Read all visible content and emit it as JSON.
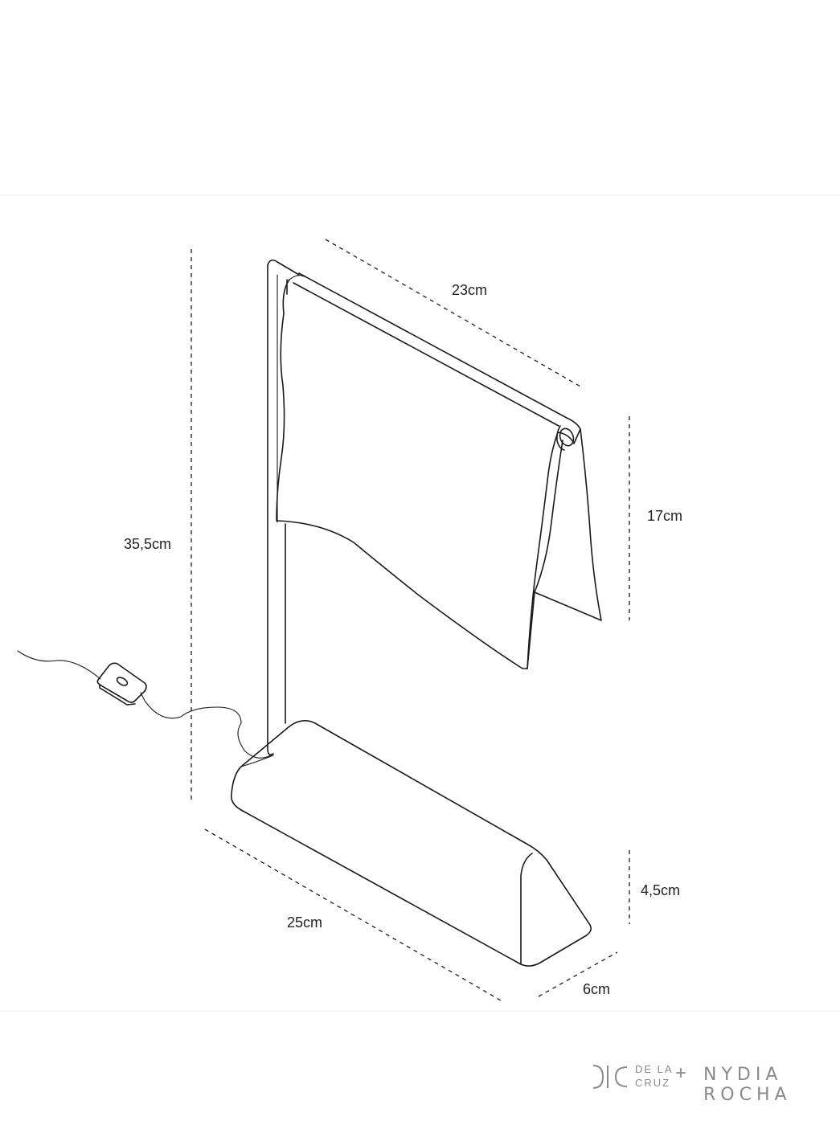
{
  "dimensions": {
    "width_top": "23cm",
    "height_total": "35,5cm",
    "shade_height": "17cm",
    "base_length": "25cm",
    "base_height": "4,5cm",
    "base_depth": "6cm"
  },
  "brand": {
    "dlc_line1": "DE LA",
    "dlc_line2": "CRUZ",
    "plus": "+",
    "partner": "NYDIA ROCHA"
  }
}
